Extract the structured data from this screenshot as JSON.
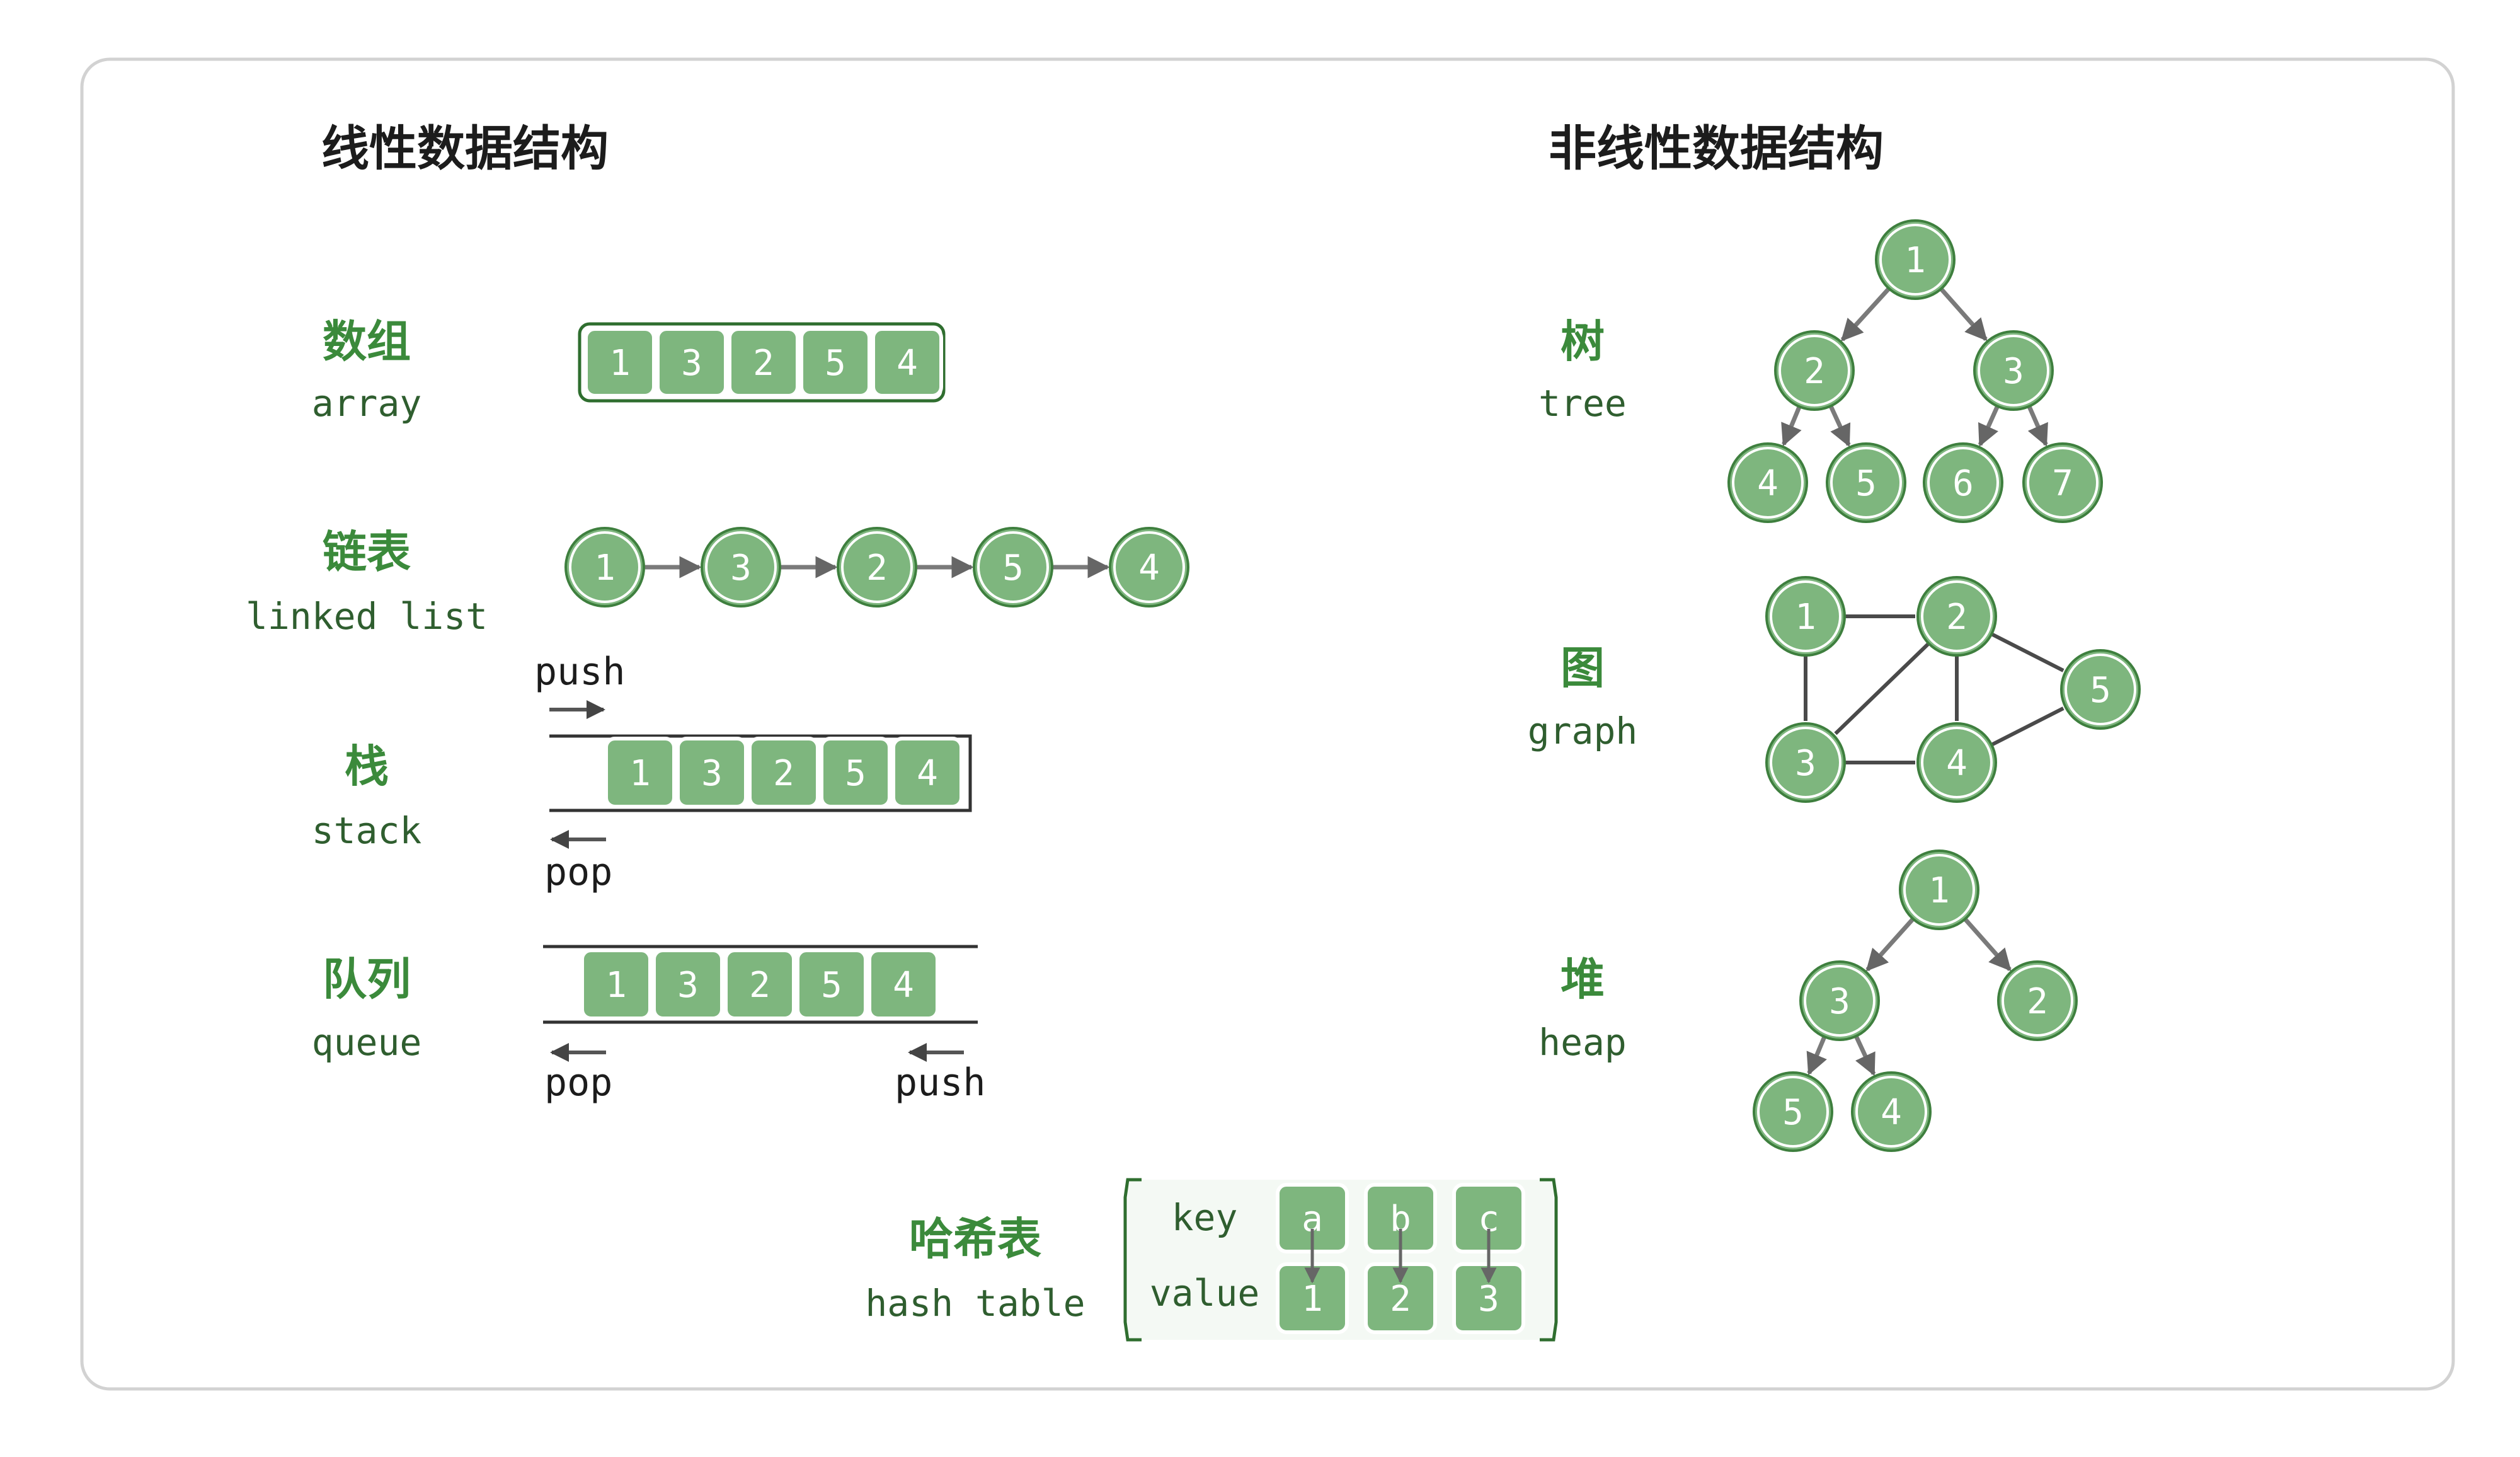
{
  "linear": {
    "heading": "线性数据结构",
    "array": {
      "cn": "数组",
      "en": "array",
      "values": [
        "1",
        "3",
        "2",
        "5",
        "4"
      ]
    },
    "linked_list": {
      "cn": "链表",
      "en": "linked list",
      "values": [
        "1",
        "3",
        "2",
        "5",
        "4"
      ]
    },
    "stack": {
      "cn": "栈",
      "en": "stack",
      "values": [
        "1",
        "3",
        "2",
        "5",
        "4"
      ],
      "push_label": "push",
      "pop_label": "pop"
    },
    "queue": {
      "cn": "队列",
      "en": "queue",
      "values": [
        "1",
        "3",
        "2",
        "5",
        "4"
      ],
      "push_label": "push",
      "pop_label": "pop"
    }
  },
  "nonlinear": {
    "heading": "非线性数据结构",
    "tree": {
      "cn": "树",
      "en": "tree",
      "nodes": [
        "1",
        "2",
        "3",
        "4",
        "5",
        "6",
        "7"
      ]
    },
    "graph": {
      "cn": "图",
      "en": "graph",
      "nodes": [
        "1",
        "2",
        "3",
        "4",
        "5"
      ]
    },
    "heap": {
      "cn": "堆",
      "en": "heap",
      "nodes": [
        "1",
        "3",
        "2",
        "5",
        "4"
      ]
    }
  },
  "hash_table": {
    "cn": "哈希表",
    "en": "hash table",
    "key_label": "key",
    "value_label": "value",
    "keys": [
      "a",
      "b",
      "c"
    ],
    "values": [
      "1",
      "2",
      "3"
    ]
  },
  "colors": {
    "node_fill": "#7eb67e",
    "node_stroke": "#3e7f3e",
    "label_green": "#3b8a3b",
    "edge": "#7a7a7a"
  }
}
